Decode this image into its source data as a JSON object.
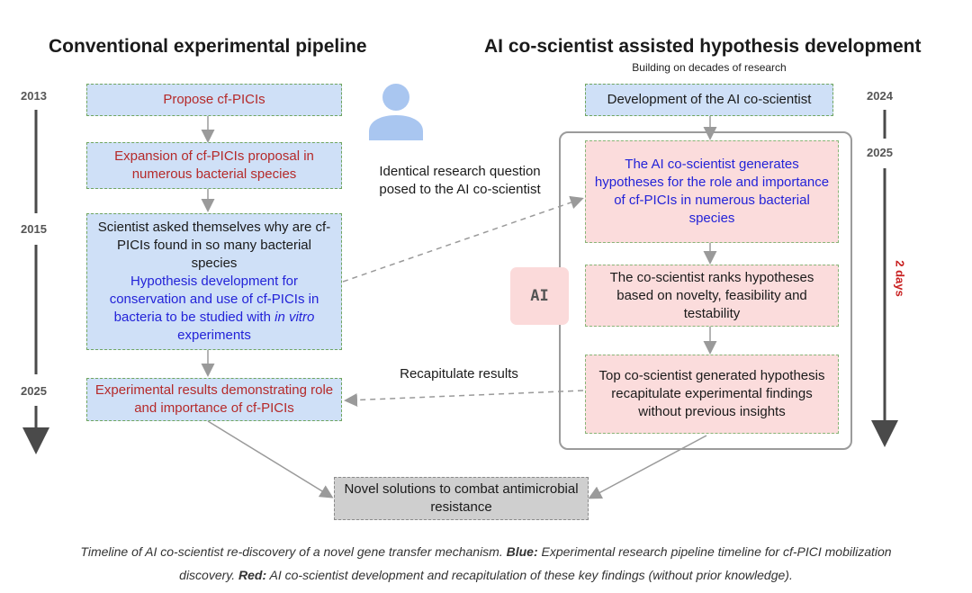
{
  "left_title": "Conventional experimental pipeline",
  "right_title": "AI co-scientist assisted hypothesis development",
  "right_subtitle": "Building on decades of research",
  "years": {
    "left_2013": "2013",
    "left_2015": "2015",
    "left_2025": "2025",
    "right_2024": "2024",
    "right_2025": "2025"
  },
  "left_boxes": {
    "propose": "Propose cf-PICIs",
    "expansion": "Expansion of cf-PICIs proposal in numerous bacterial species",
    "scientist_question": "Scientist asked themselves why are cf-PICIs found in so many bacterial species",
    "hypothesis_pre": "Hypothesis development for conservation and use of cf-PICIs in bacteria to be studied with ",
    "hypothesis_italic": "in vitro",
    "hypothesis_post": " experiments",
    "results": "Experimental results demonstrating role and importance of cf-PICIs"
  },
  "right_boxes": {
    "development": "Development of the AI co-scientist",
    "generates": "The AI co-scientist generates hypotheses for the role and importance of cf-PICIs in numerous bacterial species",
    "ranks": "The co-scientist ranks hypotheses based on novelty, feasibility and testability",
    "top": "Top co-scientist generated hypothesis recapitulate experimental findings without previous insights"
  },
  "ai_badge": "AI",
  "labels": {
    "identical_question": "Identical research question posed to the AI co-scientist",
    "recapitulate": "Recapitulate results",
    "two_days": "2 days"
  },
  "bottom_box": "Novel solutions to combat antimicrobial resistance",
  "caption": {
    "line1_a": "Timeline of AI co-scientist re-discovery of a novel gene transfer mechanism. ",
    "line1_b_bold": "Blue:",
    "line1_c": " Experimental research pipeline timeline for cf-PICI mobilization",
    "line2_a": "discovery. ",
    "line2_b_bold": "Red:",
    "line2_c": " AI co-scientist development and recapitulation of these key findings (without prior knowledge)."
  },
  "icons": {
    "person": "person-icon"
  },
  "colors": {
    "blue_box": "#cfe0f7",
    "pink_box": "#fbdcdc",
    "gray_box": "#cfcfcf",
    "red_text": "#b52a2a",
    "blue_text": "#2323d8",
    "days_red": "#c82020"
  }
}
